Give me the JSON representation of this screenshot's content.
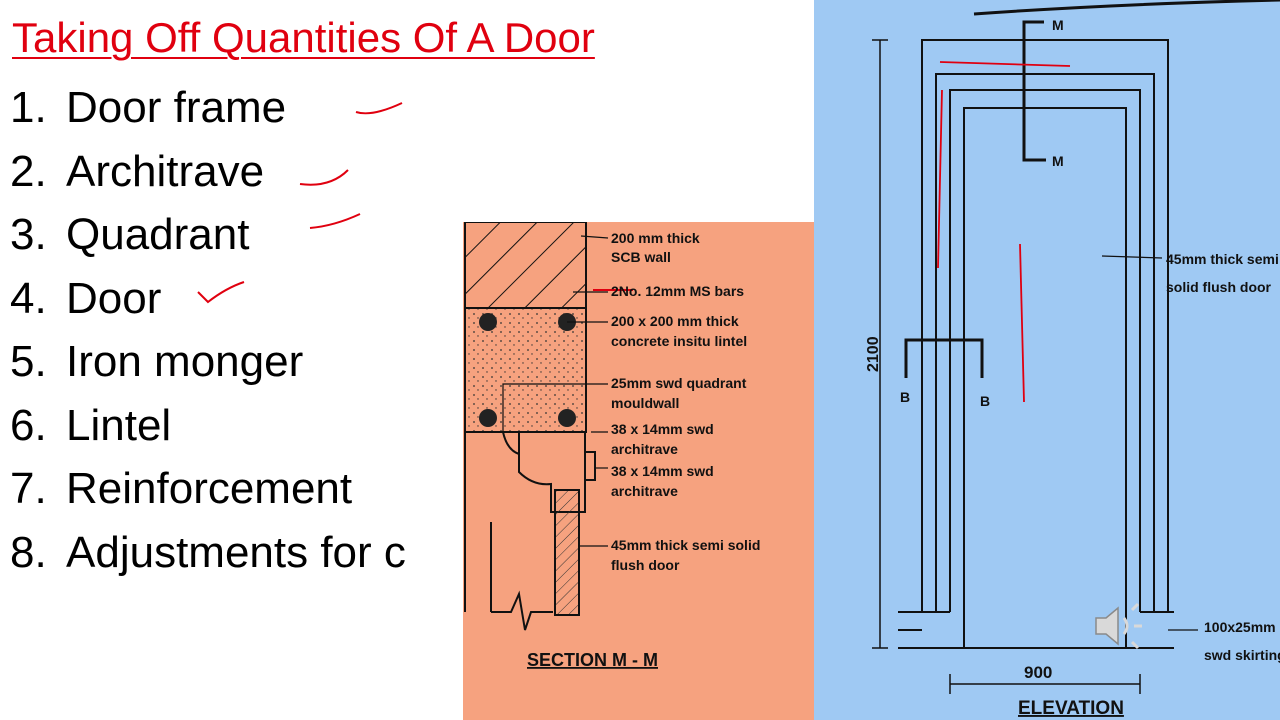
{
  "slide": {
    "title": "Taking Off Quantities Of A Door",
    "items": [
      {
        "num": "1.",
        "label": "Door frame"
      },
      {
        "num": "2.",
        "label": "Architrave"
      },
      {
        "num": "3.",
        "label": "Quadrant"
      },
      {
        "num": "4.",
        "label": "Door"
      },
      {
        "num": "5.",
        "label": "Iron monger"
      },
      {
        "num": "6.",
        "label": "Lintel"
      },
      {
        "num": "7.",
        "label": "Reinforcement"
      },
      {
        "num": "8.",
        "label": "Adjustments for c"
      }
    ]
  },
  "section": {
    "title": "SECTION M - M",
    "labels": {
      "wall_1": "200 mm thick",
      "wall_2": "SCB wall",
      "bars": "2No. 12mm MS bars",
      "lintel_1": "200  x 200 mm thick",
      "lintel_2": "concrete insitu lintel",
      "quadrant_1": "25mm swd quadrant",
      "quadrant_2": "mouldwall",
      "arch1_1": "38 x 14mm swd",
      "arch1_2": "architrave",
      "arch2_1": "38 x 14mm swd",
      "arch2_2": "architrave",
      "door_1": "45mm thick semi solid",
      "door_2": "flush door"
    }
  },
  "elevation": {
    "title": "ELEVATION",
    "height_dim": "2100",
    "width_dim": "900",
    "section_mark_m": "M",
    "section_mark_b": "B",
    "labels": {
      "door_1": "45mm thick semi",
      "door_2": "solid flush door",
      "skirting_1": "100x25mm",
      "skirting_2": "swd skirting"
    }
  },
  "colors": {
    "title": "#e0000f",
    "annotation": "#e0000f",
    "section_bg": "#f6a27f",
    "elevation_bg": "#9fc9f3"
  }
}
